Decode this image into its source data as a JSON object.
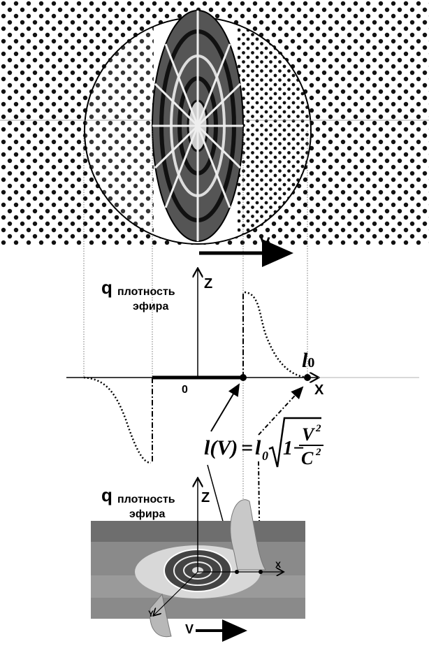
{
  "top_axes": {
    "density_symbol": "q",
    "density_label_1": "плотность",
    "density_label_2": "эфира",
    "z_label": "Z",
    "x_label": "X",
    "origin_label": "0",
    "length_symbol": "l",
    "length_subscript": "0",
    "velocity_label": "V"
  },
  "formula": {
    "lhs": "l(V)",
    "eq": "=",
    "l0": "l",
    "l0_sub": "0",
    "one_minus": "1−",
    "numerator": "V",
    "denominator": "C",
    "power": "2"
  },
  "bottom_axes": {
    "density_symbol": "q",
    "density_label_1": "плотность",
    "density_label_2": "эфира",
    "z_label": "Z",
    "x_label": "X",
    "y_label": "Y",
    "velocity_label": "V"
  }
}
